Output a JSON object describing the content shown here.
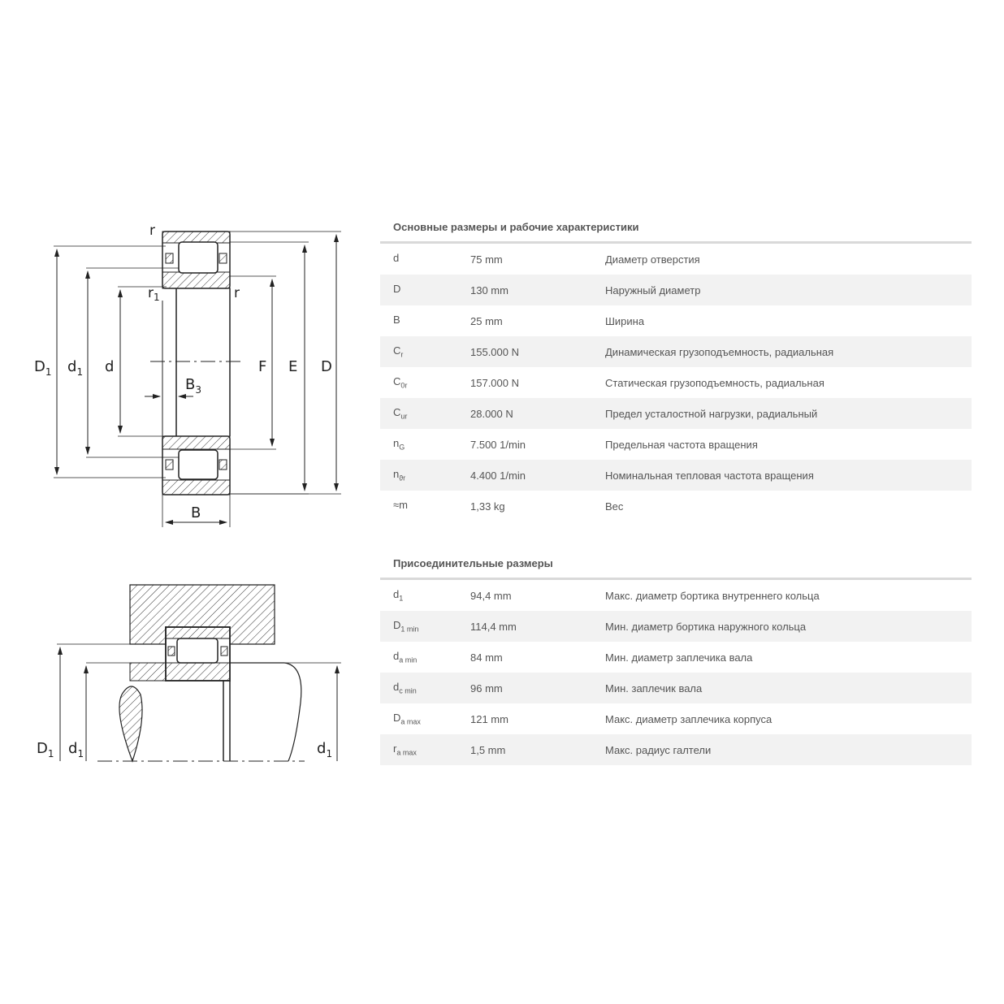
{
  "drawing": {
    "top_labels": {
      "r_top": "r",
      "r1": "r",
      "r1_sub": "1",
      "r_mid": "r",
      "D1": "D",
      "D1_sub": "1",
      "d1": "d",
      "d1_sub": "1",
      "d": "d",
      "B3": "B",
      "B3_sub": "3",
      "F": "F",
      "E": "E",
      "D": "D",
      "B": "B"
    },
    "bottom_labels": {
      "D1": "D",
      "D1_sub": "1",
      "d1_left": "d",
      "d1_left_sub": "1",
      "d1_right": "d",
      "d1_right_sub": "1"
    }
  },
  "section1": {
    "title": "Основные размеры и рабочие характеристики",
    "rows": [
      {
        "sym": "d",
        "sub": "",
        "val": "75 mm",
        "desc": "Диаметр отверстия"
      },
      {
        "sym": "D",
        "sub": "",
        "val": "130 mm",
        "desc": "Наружный диаметр"
      },
      {
        "sym": "B",
        "sub": "",
        "val": "25 mm",
        "desc": "Ширина"
      },
      {
        "sym": "C",
        "sub": "r",
        "val": "155.000 N",
        "desc": "Динамическая грузоподъемность, радиальная"
      },
      {
        "sym": "C",
        "sub": "0r",
        "val": "157.000 N",
        "desc": "Статическая грузоподъемность, радиальная"
      },
      {
        "sym": "C",
        "sub": "ur",
        "val": "28.000 N",
        "desc": "Предел усталостной нагрузки, радиальный"
      },
      {
        "sym": "n",
        "sub": "G",
        "val": "7.500 1/min",
        "desc": "Предельная частота вращения"
      },
      {
        "sym": "n",
        "sub": "ϑr",
        "val": "4.400 1/min",
        "desc": "Номинальная тепловая частота вращения"
      },
      {
        "sym": "≈m",
        "sub": "",
        "val": "1,33 kg",
        "desc": "Вес"
      }
    ]
  },
  "section2": {
    "title": "Присоединительные размеры",
    "rows": [
      {
        "sym": "d",
        "sub": "1",
        "val": "94,4 mm",
        "desc": "Макс. диаметр бортика внутреннего кольца"
      },
      {
        "sym": "D",
        "sub": "1 min",
        "val": "114,4 mm",
        "desc": "Мин. диаметр бортика наружного кольца"
      },
      {
        "sym": "d",
        "sub": "a min",
        "val": "84 mm",
        "desc": "Мин. диаметр заплечика вала"
      },
      {
        "sym": "d",
        "sub": "c min",
        "val": "96 mm",
        "desc": "Мин. заплечик вала"
      },
      {
        "sym": "D",
        "sub": "a max",
        "val": "121 mm",
        "desc": "Макс. диаметр заплечика корпуса"
      },
      {
        "sym": "r",
        "sub": "a max",
        "val": "1,5 mm",
        "desc": "Макс. радиус галтели"
      }
    ]
  }
}
